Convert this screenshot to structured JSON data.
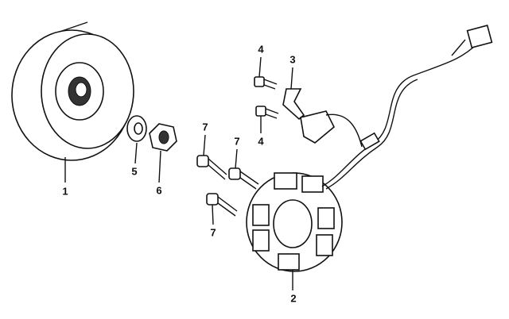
{
  "diagram": {
    "callouts": {
      "flywheel": "1",
      "stator": "2",
      "bracket": "3",
      "bolt_4_upper": "4",
      "bolt_4_lower": "4",
      "washer": "5",
      "nut": "6",
      "bolt_7_top": "7",
      "bolt_7_mid": "7",
      "bolt_7_bottom": "7"
    }
  }
}
